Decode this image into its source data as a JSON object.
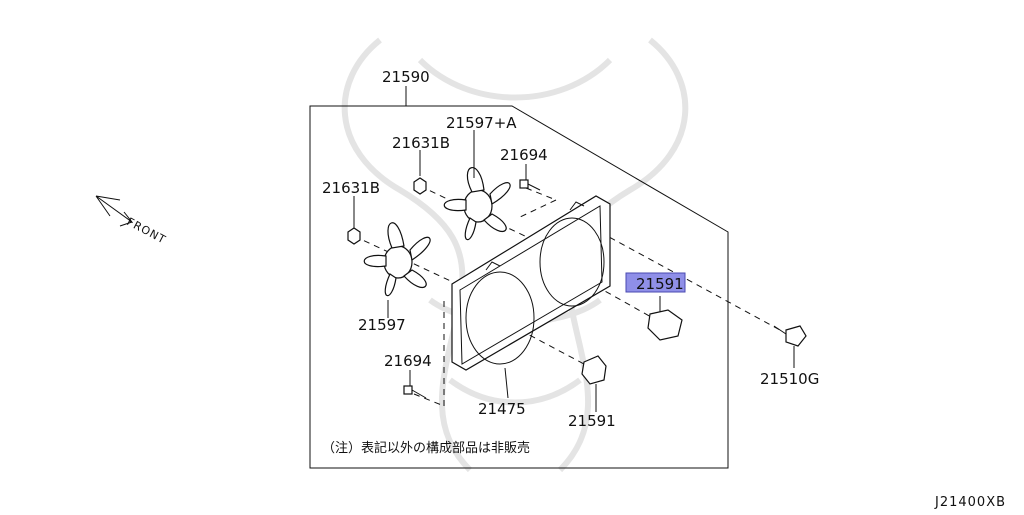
{
  "parts": {
    "p21590": "21590",
    "p21597a": "21597+A",
    "p21631b_top": "21631B",
    "p21694_top": "21694",
    "p21631b_left": "21631B",
    "p21597": "21597",
    "p21591_hl": "21591",
    "p21510g": "21510G",
    "p21694_bottom": "21694",
    "p21475": "21475",
    "p21591_bottom": "21591"
  },
  "note": "（注）表記以外の構成部品は非販売",
  "direction_label": "FRONT",
  "diagram_code": "J21400XB",
  "highlight_color": "#8f8fe8"
}
